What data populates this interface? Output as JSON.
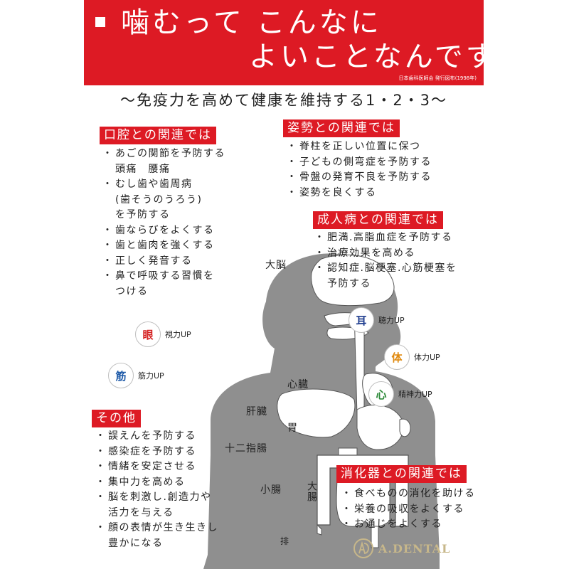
{
  "header": {
    "title_line_1": "噛むって こんなに",
    "title_line_2": "よいことなんです!",
    "publisher": "日本歯科医師会 発行図布(1998年)"
  },
  "subtitle": "～免疫力を高めて健康を維持する1・2・3～",
  "sections": {
    "oral": {
      "heading": "口腔との関連では",
      "items": [
        [
          "あごの関節を予防する",
          "頭痛　腰痛"
        ],
        [
          "むし歯や歯周病",
          "(歯そうのうろう)",
          "を予防する"
        ],
        [
          "歯ならびをよくする"
        ],
        [
          "歯と歯肉を強くする"
        ],
        [
          "正しく発音する"
        ],
        [
          "鼻で呼吸する習慣を",
          "つける"
        ]
      ]
    },
    "posture": {
      "heading": "姿勢との関連では",
      "items": [
        "脊柱を正しい位置に保つ",
        "子どもの側弯症を予防する",
        "骨盤の発育不良を予防する",
        "姿勢を良くする"
      ]
    },
    "adult": {
      "heading": "成人病との関連では",
      "items": [
        [
          "肥満.高脂血症を予防する"
        ],
        [
          "治療効果を高める"
        ],
        [
          "認知症.脳梗塞.心筋梗塞を",
          "予防する"
        ]
      ]
    },
    "other": {
      "heading": "その他",
      "items": [
        [
          "誤えんを予防する"
        ],
        [
          "感染症を予防する"
        ],
        [
          "情緒を安定させる"
        ],
        [
          "集中力を高める"
        ],
        [
          "脳を刺激し.創造力や",
          "活力を与える"
        ],
        [
          "顔の表情が生き生きし",
          "豊かになる"
        ]
      ]
    },
    "digestive": {
      "heading": "消化器との関連では",
      "items": [
        "食べものの消化を助ける",
        "栄養の吸収をよくする",
        "お通じをよくする"
      ]
    }
  },
  "badges": {
    "eye": {
      "glyph": "眼",
      "label": "視力UP",
      "color": "#d42020"
    },
    "muscle": {
      "glyph": "筋",
      "label": "筋力UP",
      "color": "#1e5aa8"
    },
    "ear": {
      "glyph": "耳",
      "label": "聴力UP",
      "color": "#1e3d8f"
    },
    "body": {
      "glyph": "体",
      "label": "体力UP",
      "color": "#e08a10"
    },
    "heart": {
      "glyph": "心",
      "label": "精神力UP",
      "color": "#2e8b3a"
    }
  },
  "organs": {
    "brain": "大脳",
    "heart": "心臓",
    "liver": "肝臓",
    "stomach": "胃",
    "duodenum": "十二指腸",
    "small_intestine": "小腸",
    "large_intestine": "大腸",
    "anus": "排"
  },
  "brand": {
    "logo_letters": "AD",
    "name": "A.DENTAL"
  },
  "colors": {
    "accent_red": "#dd1a24",
    "brand_gold": "#c7b78a"
  }
}
